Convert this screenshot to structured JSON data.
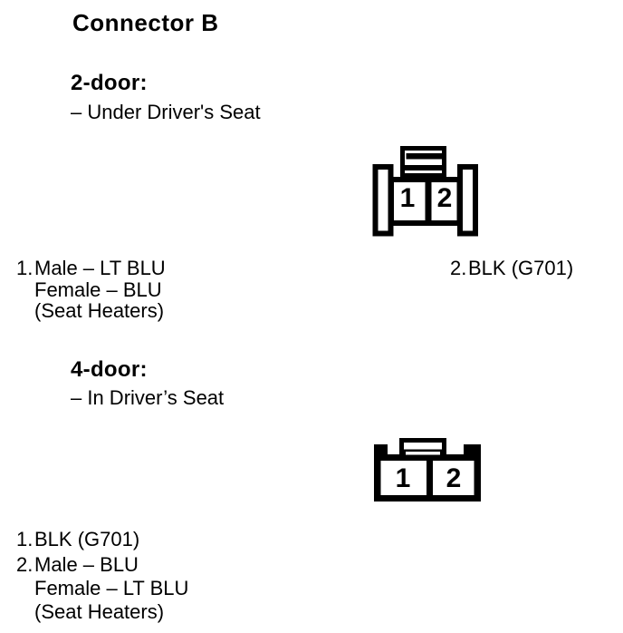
{
  "title": "Connector B",
  "two_door": {
    "heading": "2-door:",
    "location": "– Under Driver's Seat",
    "connector": {
      "pin1": "1",
      "pin2": "2"
    },
    "label_pin1": {
      "num": "1.",
      "line1": "Male – LT BLU",
      "line2": "Female – BLU",
      "line3": "(Seat Heaters)"
    },
    "label_pin2": {
      "num": "2.",
      "line1": "BLK (G701)"
    }
  },
  "four_door": {
    "heading": "4-door:",
    "location": "– In Driver’s Seat",
    "connector": {
      "pin1": "1",
      "pin2": "2"
    },
    "label_pin1": {
      "num": "1.",
      "line1": "BLK (G701)"
    },
    "label_pin2": {
      "num": "2.",
      "line1": "Male – BLU",
      "line2": "Female – LT BLU",
      "line3": "(Seat Heaters)"
    }
  },
  "colors": {
    "ink": "#000000",
    "paper": "#ffffff"
  }
}
